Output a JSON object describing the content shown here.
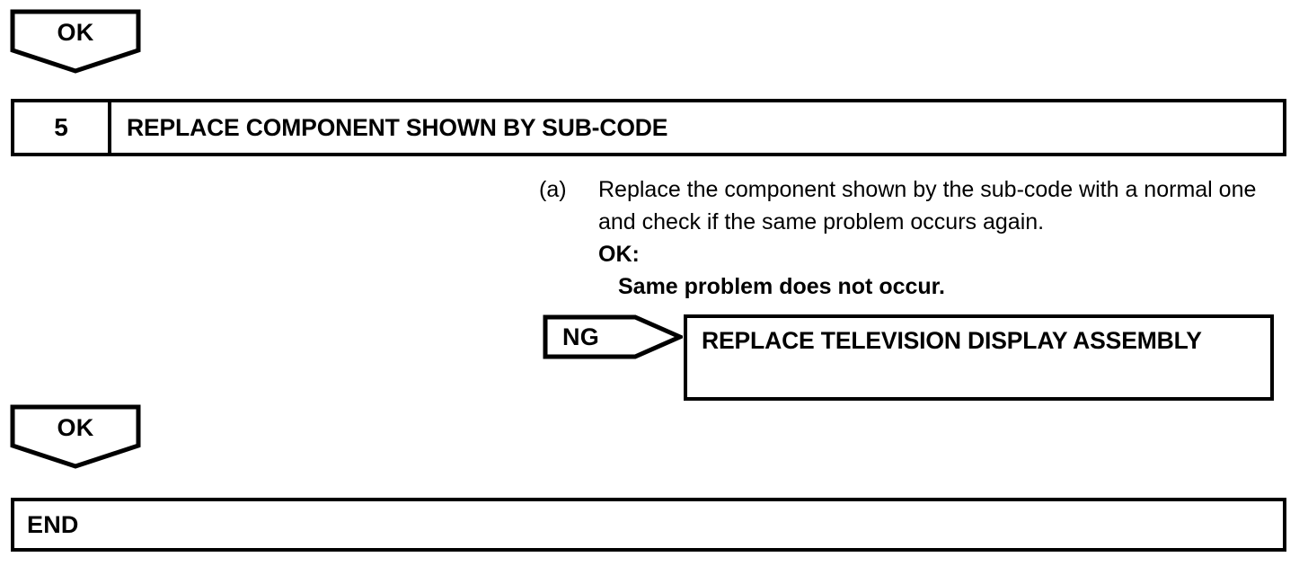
{
  "diagram": {
    "type": "troubleshooting-flowchart",
    "ink_color": "#000000",
    "background_color": "#ffffff"
  },
  "connectors": {
    "top_ok": {
      "label": "OK",
      "direction": "down"
    },
    "bottom_ok": {
      "label": "OK",
      "direction": "down"
    },
    "ng": {
      "label": "NG",
      "direction": "right"
    }
  },
  "step": {
    "number": "5",
    "title": "REPLACE COMPONENT SHOWN BY SUB-CODE"
  },
  "instruction": {
    "marker": "(a)",
    "text": "Replace the component shown by the sub-code with a normal one and check if the same problem occurs again.",
    "result_label": "OK:",
    "result_detail": "Same problem does not occur."
  },
  "action_box": {
    "label": "REPLACE TELEVISION DISPLAY ASSEMBLY"
  },
  "end_box": {
    "label": "END"
  }
}
